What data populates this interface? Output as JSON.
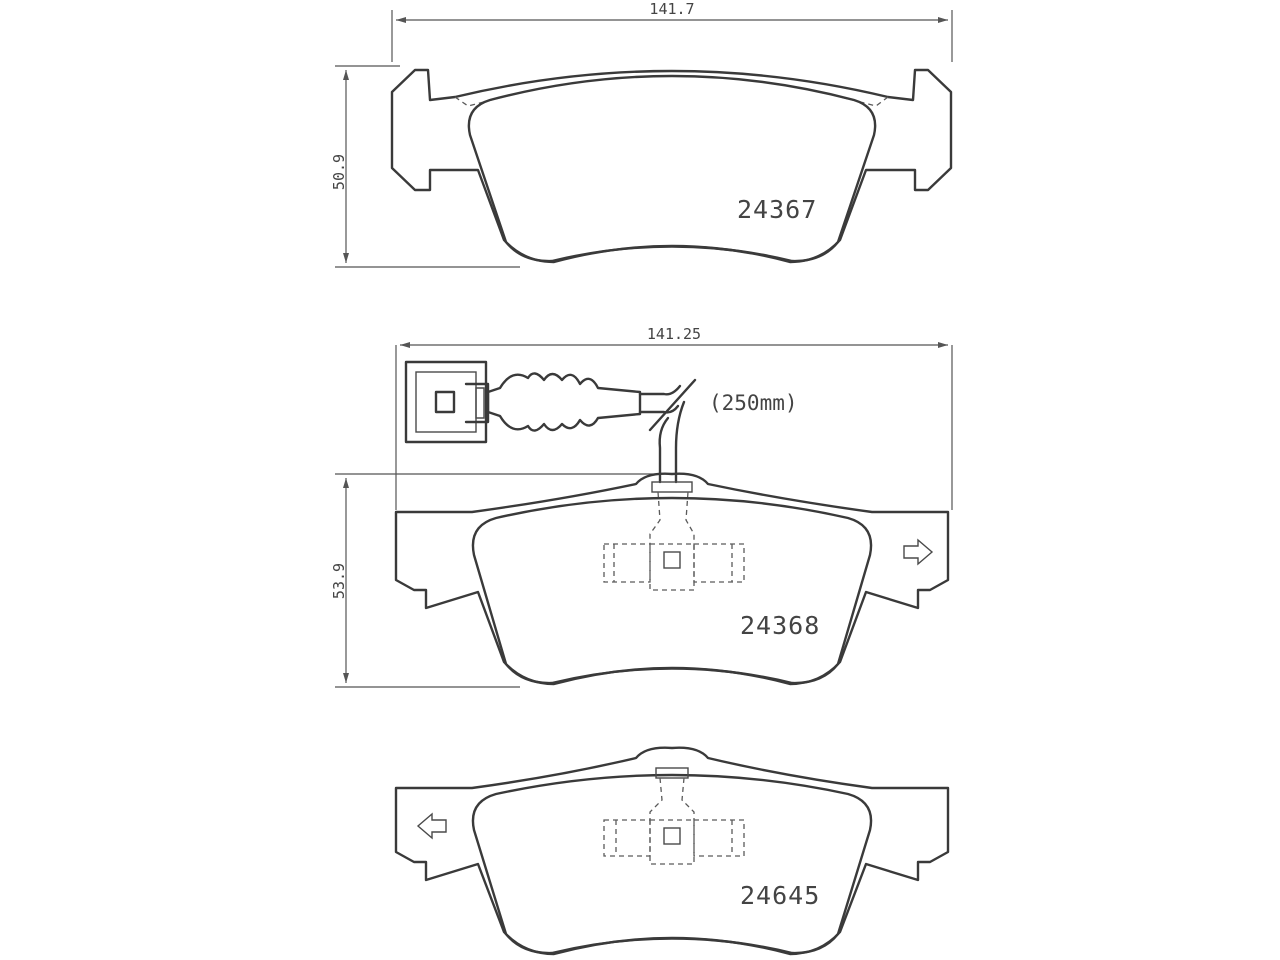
{
  "pads": [
    {
      "part_number": "24367",
      "width_dim": "141.7",
      "height_dim": "50.9"
    },
    {
      "part_number": "24368",
      "width_dim": "141.25",
      "height_dim": "53.9",
      "sensor_length": "(250mm)"
    },
    {
      "part_number": "24645"
    }
  ],
  "colors": {
    "line": "#3a3a3a",
    "background": "#ffffff"
  }
}
